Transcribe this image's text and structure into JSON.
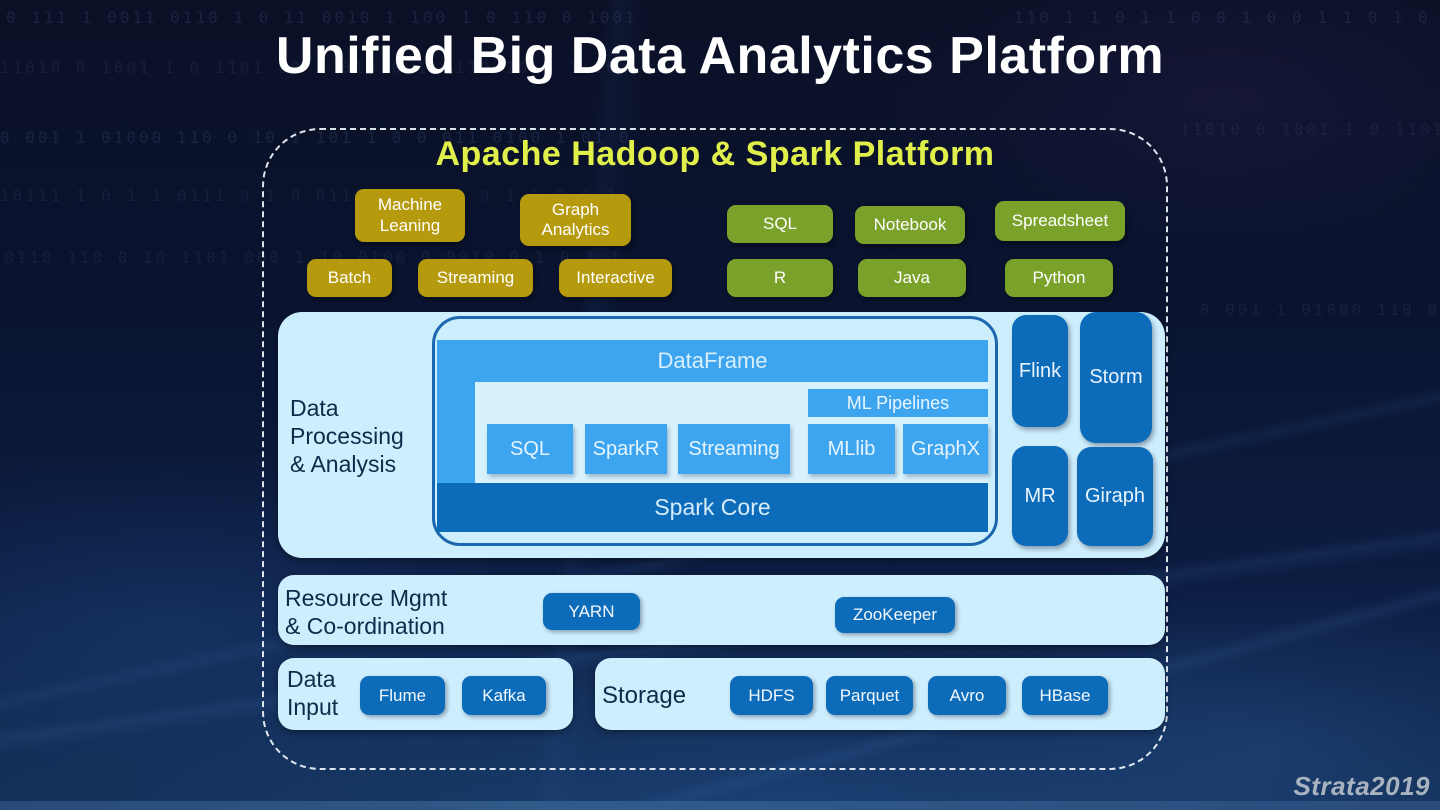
{
  "title": "Unified Big Data Analytics Platform",
  "watermark": "Strata2019",
  "colors": {
    "background_navy": "#0a1128",
    "header_text": "#e0ef4a",
    "gold_chip": "#b59a0e",
    "green_chip": "#7aa22a",
    "panel_light_blue": "#cdeefc",
    "medium_blue": "#3da5f0",
    "dark_blue": "#0d6cba",
    "label_navy": "#0e2b4a"
  },
  "platform": {
    "header": "Apache Hadoop & Spark Platform",
    "workloads": [
      {
        "label": "Machine\nLeaning"
      },
      {
        "label": "Graph\nAnalytics"
      },
      {
        "label": "Batch"
      },
      {
        "label": "Streaming"
      },
      {
        "label": "Interactive"
      }
    ],
    "interfaces": [
      {
        "label": "SQL"
      },
      {
        "label": "Notebook"
      },
      {
        "label": "Spreadsheet"
      },
      {
        "label": "R"
      },
      {
        "label": "Java"
      },
      {
        "label": "Python"
      }
    ]
  },
  "processing": {
    "label": "Data\nProcessing\n& Analysis",
    "spark": {
      "dataframe": "DataFrame",
      "ml_pipelines": "ML Pipelines",
      "components": [
        "SQL",
        "SparkR",
        "Streaming",
        "MLlib",
        "GraphX"
      ],
      "core": "Spark Core"
    },
    "engines": [
      "Flink",
      "Storm",
      "MR",
      "Giraph"
    ]
  },
  "resource": {
    "label": "Resource Mgmt\n& Co-ordination",
    "items": [
      "YARN",
      "ZooKeeper"
    ]
  },
  "data_input": {
    "label": "Data\nInput",
    "items": [
      "Flume",
      "Kafka"
    ]
  },
  "storage": {
    "label": "Storage",
    "items": [
      "HDFS",
      "Parquet",
      "Avro",
      "HBase"
    ]
  },
  "background": {
    "binary_rows": [
      "0 111 1 0011 0110 1 0 11 0010 1 100 1 0 110 0 1001",
      "11010 0 1001 1 0 1101 00 1 010 0 1 0110 10 0 1 10",
      "0 001 1 01000 110 0 10 1 101 1 0 0 011 0100 1 01 0",
      "10111 1 0 1 1 0111 0 1 0 0111 0 110 1 0 1 1 0 0 1",
      "0110 110 0 10 1101 000 1 10 0100 0 0010 0 1 0 1 1",
      "110 1 1 0 1 1 0 0 1 0 0 1 1 0 1 0 0 1 1 0 1 0 0 1"
    ]
  }
}
